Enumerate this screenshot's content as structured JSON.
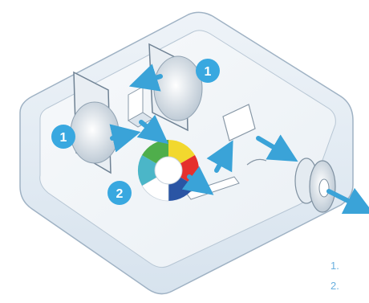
{
  "diagram": {
    "top_caption": "",
    "badges": {
      "a": "1",
      "b": "1",
      "c": "2"
    },
    "legend": [
      "1.",
      "2."
    ],
    "colors": {
      "box_fill": "#dfe9f3",
      "box_stroke": "#9fb2c4",
      "arrow": "#3aa3d8",
      "badge": "#39a8e0",
      "wheel": [
        "#f2d82e",
        "#e5302d",
        "#2a55a4",
        "#ffffff",
        "#4bb6c8",
        "#4fae4b",
        "#3f9fd9",
        "#8fc24a"
      ]
    }
  }
}
